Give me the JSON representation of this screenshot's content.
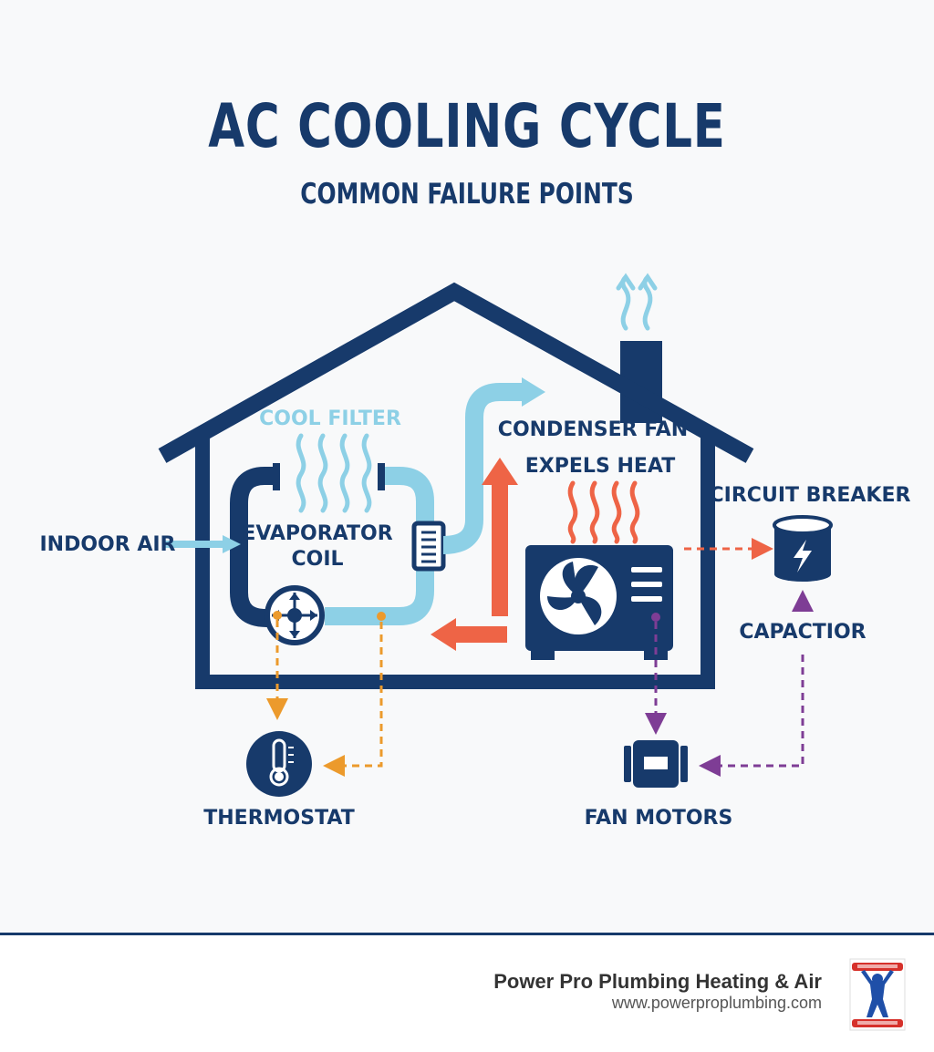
{
  "title": "AC COOLING CYCLE",
  "subtitle": "COMMON FAILURE POINTS",
  "labels": {
    "cool_filter": "COOL FILTER",
    "indoor_air": "INDOOR AIR",
    "evaporator_line1": "EVAPORATOR",
    "evaporator_line2": "COIL",
    "condenser_fan": "CONDENSER FAN",
    "expels_heat": "EXPELS HEAT",
    "circuit_breaker": "CIRCUIT BREAKER",
    "capacitor": "CAPACTIOR",
    "thermostat": "THERMOSTAT",
    "fan_motors": "FAN MOTORS"
  },
  "footer": {
    "company": "Power Pro Plumbing Heating & Air",
    "website": "www.powerproplumbing.com"
  },
  "colors": {
    "navy": "#173a6b",
    "light_blue": "#8dd0e6",
    "hot": "#ee6446",
    "orange": "#ec9a2c",
    "purple": "#7e3d95"
  },
  "icons": [
    "thermometer-icon",
    "lightning-icon",
    "fan-icon",
    "motor-icon",
    "expansion-valve-icon",
    "filter-icon"
  ]
}
